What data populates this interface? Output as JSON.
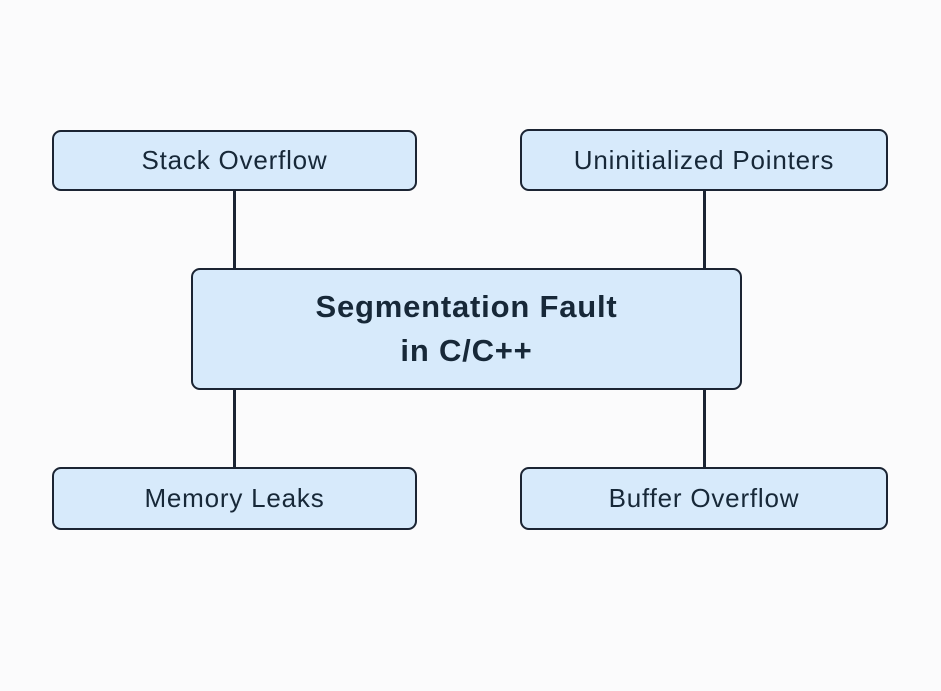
{
  "diagram": {
    "title": {
      "line1": "Segmentation Fault",
      "line2": "in C/C++"
    },
    "nodes": {
      "top_left": {
        "label": "Stack Overflow"
      },
      "top_right": {
        "label": "Uninitialized Pointers"
      },
      "bottom_left": {
        "label": "Memory Leaks"
      },
      "bottom_right": {
        "label": "Buffer Overflow"
      }
    },
    "colors": {
      "node_fill": "#d7eafb",
      "node_border": "#1b2433",
      "connector": "#1b2433",
      "text": "#172838",
      "background": "#fbfbfc"
    }
  }
}
